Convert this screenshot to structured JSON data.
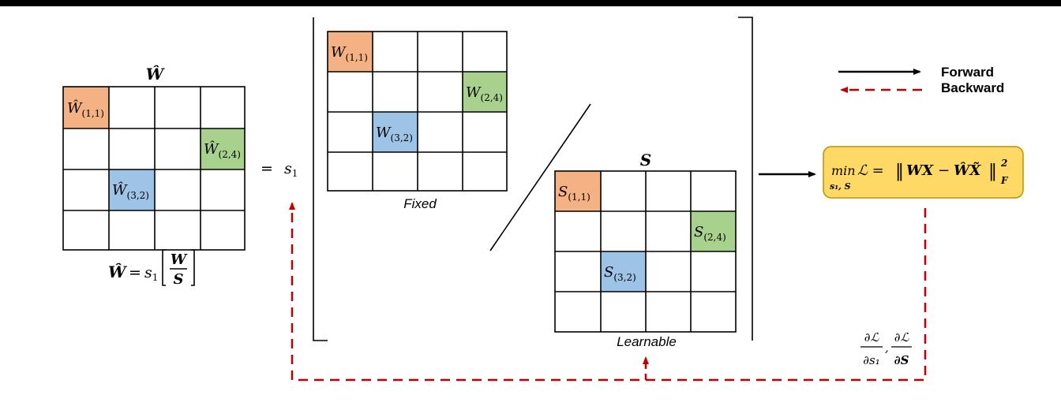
{
  "colors": {
    "cell_orange": "#f4b183",
    "cell_green": "#a9d18e",
    "cell_blue": "#9dc3e6",
    "objective_fill": "#ffd966",
    "objective_border": "#bf9000",
    "backward_arrow": "#c00000",
    "forward_arrow": "#000000"
  },
  "matrix_w_hat": {
    "title": "Ŵ",
    "cells": [
      {
        "base": "Ŵ",
        "sub": "(1,1)"
      },
      {
        "base": "Ŵ",
        "sub": "(2,4)"
      },
      {
        "base": "Ŵ",
        "sub": "(3,2)"
      }
    ],
    "formula": {
      "lhs": "Ŵ",
      "eq": "=",
      "scale": "s",
      "scale_sub": "1",
      "num": "W",
      "den": "S"
    }
  },
  "equals": {
    "sign": "=",
    "scale": "s",
    "scale_sub": "1"
  },
  "matrix_w": {
    "caption": "Fixed",
    "cells": [
      {
        "base": "W",
        "sub": "(1,1)"
      },
      {
        "base": "W",
        "sub": "(2,4)"
      },
      {
        "base": "W",
        "sub": "(3,2)"
      }
    ]
  },
  "matrix_s": {
    "title": "S",
    "caption": "Learnable",
    "cells": [
      {
        "base": "S",
        "sub": "(1,1)"
      },
      {
        "base": "S",
        "sub": "(2,4)"
      },
      {
        "base": "S",
        "sub": "(3,2)"
      }
    ]
  },
  "legend": {
    "forward": "Forward",
    "backward": "Backward"
  },
  "objective": {
    "min": "min",
    "min_sub": "s₁, S",
    "loss": "ℒ =",
    "norm_open": "‖",
    "expr_a": "WX",
    "minus": "−",
    "expr_b": "ŴX̃",
    "norm_close": "‖",
    "sup": "2",
    "sub": "F"
  },
  "gradients": {
    "g1_num": "∂ℒ",
    "g1_den": "∂s₁",
    "sep": ",",
    "g2_num": "∂ℒ",
    "g2_den": "∂S"
  }
}
